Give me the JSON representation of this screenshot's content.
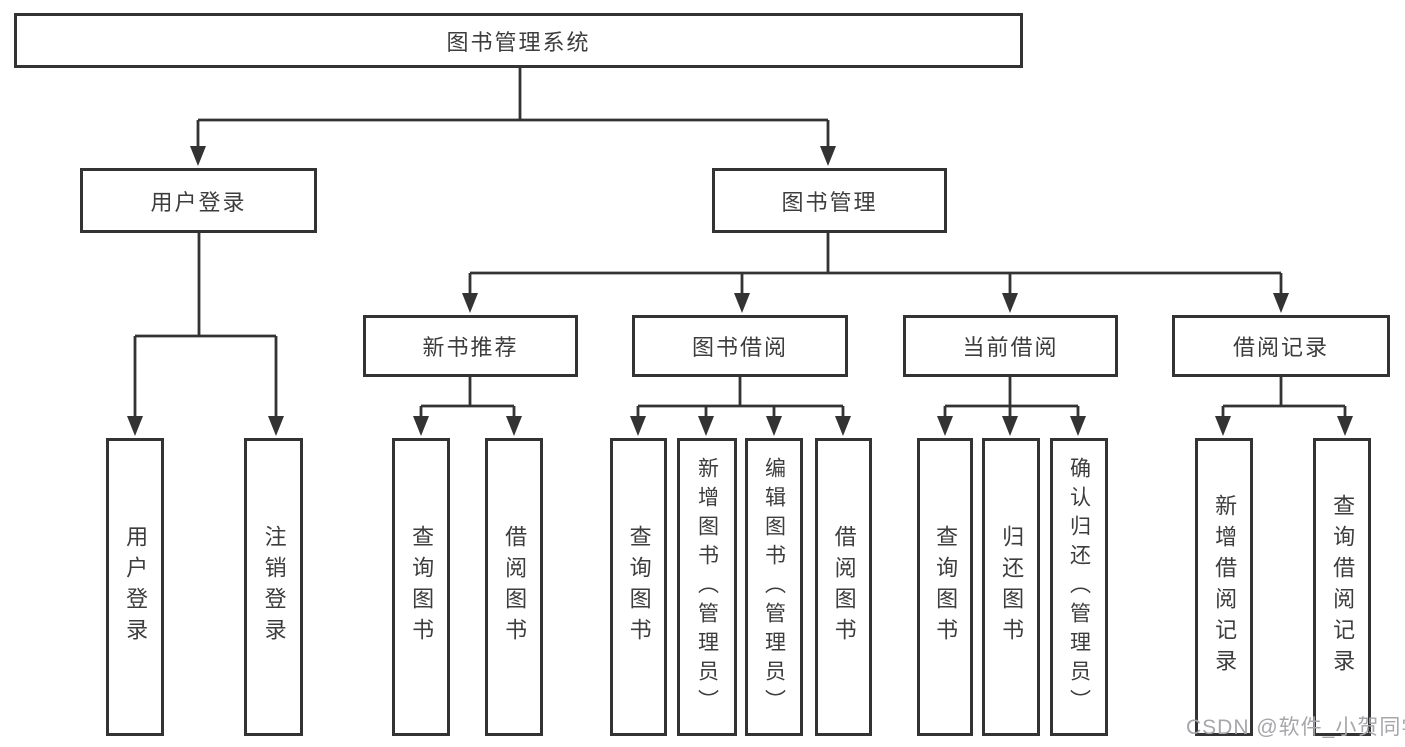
{
  "tree": {
    "label": "图书管理系统",
    "children": [
      {
        "label": "用户登录",
        "children": [
          {
            "label": "用户登录"
          },
          {
            "label": "注销登录"
          }
        ]
      },
      {
        "label": "图书管理",
        "children": [
          {
            "label": "新书推荐",
            "children": [
              {
                "label": "查询图书"
              },
              {
                "label": "借阅图书"
              }
            ]
          },
          {
            "label": "图书借阅",
            "children": [
              {
                "label": "查询图书"
              },
              {
                "label": "新增图书（管理员）"
              },
              {
                "label": "编辑图书（管理员）"
              },
              {
                "label": "借阅图书"
              }
            ]
          },
          {
            "label": "当前借阅",
            "children": [
              {
                "label": "查询图书"
              },
              {
                "label": "归还图书"
              },
              {
                "label": "确认归还（管理员）"
              }
            ]
          },
          {
            "label": "借阅记录",
            "children": [
              {
                "label": "新增借阅记录"
              },
              {
                "label": "查询借阅记录"
              }
            ]
          }
        ]
      }
    ]
  },
  "watermark": {
    "text": "CSDN @软件_小贺同学"
  },
  "colors": {
    "line": "#333333",
    "box_border": "#333333",
    "text": "#3d3d3d",
    "watermark": "#a7a7ab",
    "background": "#ffffff"
  }
}
